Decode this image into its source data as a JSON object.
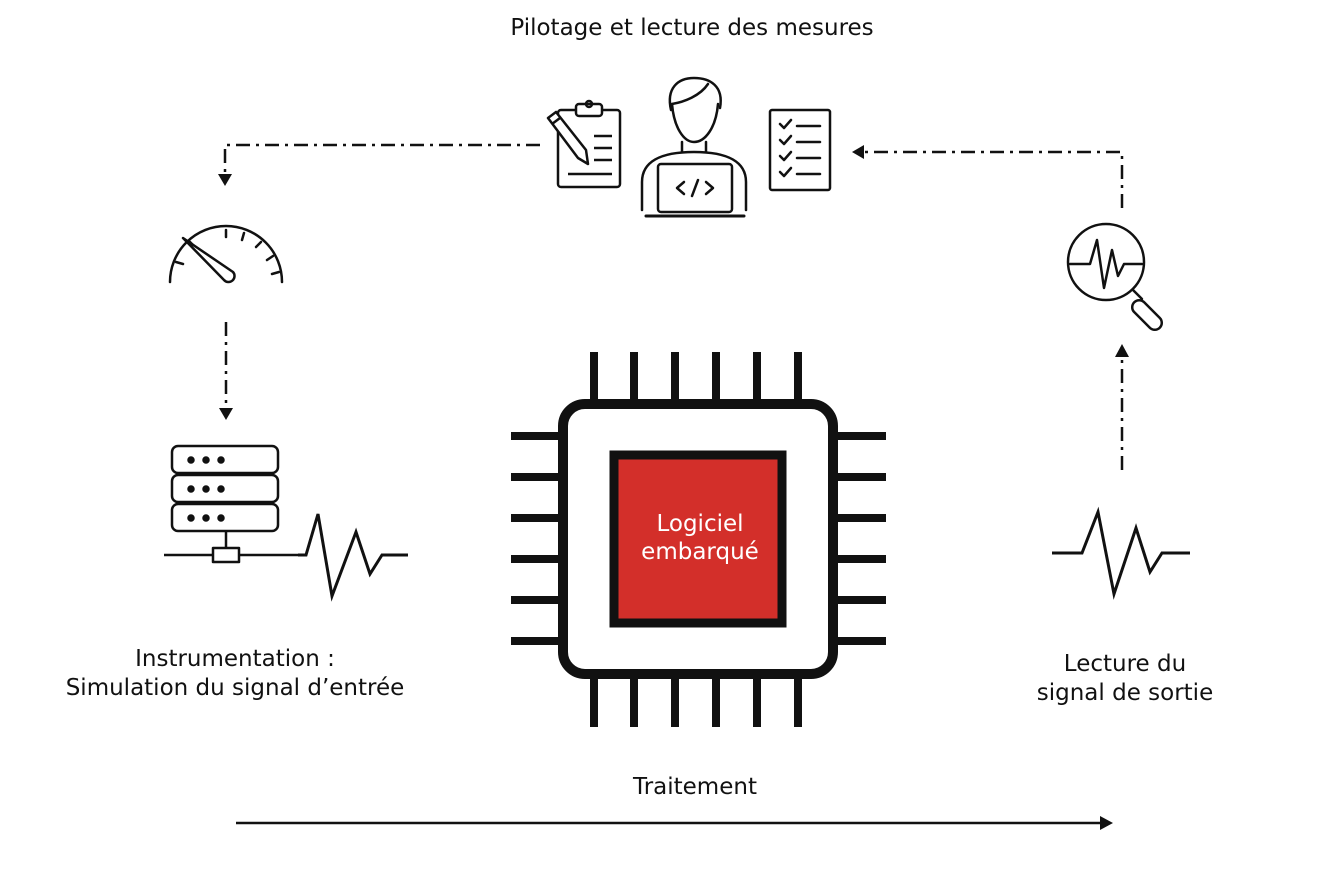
{
  "diagram": {
    "title": "Pilotage et lecture des mesures",
    "chip_label": [
      "Logiciel",
      "embarqué"
    ],
    "left_label": [
      "Instrumentation :",
      "Simulation du signal d’entrée"
    ],
    "right_label": [
      "Lecture du",
      "signal de sortie"
    ],
    "bottom_label": "Traitement",
    "icons": [
      "clipboard-pencil-icon",
      "developer-laptop-icon",
      "checklist-icon",
      "gauge-icon",
      "server-stack-icon",
      "input-signal-icon",
      "magnifier-signal-icon",
      "output-signal-icon",
      "microchip-icon"
    ],
    "colors": {
      "chip_core": "#d32f2a",
      "stroke": "#111111",
      "background": "#ffffff"
    }
  }
}
